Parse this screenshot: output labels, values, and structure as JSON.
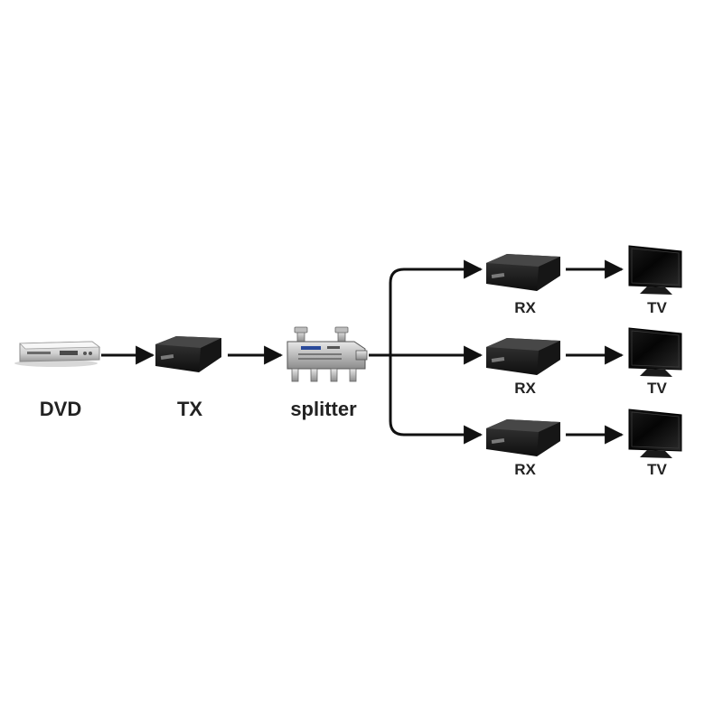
{
  "colors": {
    "line": "#111111",
    "device": "#1b1b1b",
    "screen": "#0d0d0d",
    "label": "#222222"
  },
  "icons": {
    "dvd": "dvd-player-icon",
    "tx": "transmitter-box-icon",
    "splitter": "splitter-icon",
    "rx": "receiver-box-icon",
    "tv": "tv-icon"
  },
  "labels": {
    "dvd": "DVD",
    "tx": "TX",
    "splitter": "splitter",
    "rx": [
      "RX",
      "RX",
      "RX"
    ],
    "tv": [
      "TV",
      "TV",
      "TV"
    ]
  }
}
